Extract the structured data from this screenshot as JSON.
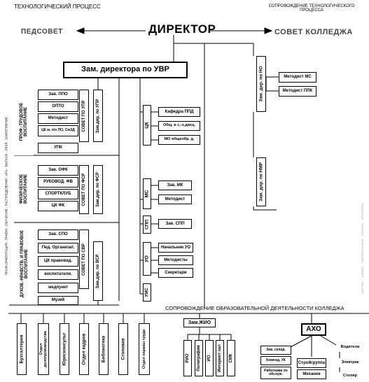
{
  "headers": {
    "left": "ТЕХНОЛОГИЧЕСКИЙ ПРОЦЕСС",
    "right_line1": "СОПРОВОЖДЕНИЕ ТЕХНОЛОГИЧЕСКОГО",
    "right_line2": "ПРОЦЕССА",
    "bottom": "СОПРОВОЖДЕНИЕ ОБРАЗОВАТЕЛЬНОЙ ДЕЯТЕЛЬНОСТИ КОЛЛЕДЖА"
  },
  "top": {
    "director": "ДИРЕКТОР",
    "pedsovet": "ПЕДСОВЕТ",
    "college_council": "СОВЕТ КОЛЛЕДЖА"
  },
  "deputy_uvr": "Зам. директора по УВР",
  "left_process_strip": "ПРОФ-ОРИЕНТАЦИЯ - ПРИЕМ - ОБУЧЕНИЕ - РАСПРЕДЕЛЕНИЕ - ИГА - ВЫПУСК - РЕКЛ - ЗАКРЕПЛЕНИЕ",
  "groups": [
    {
      "title": "ПРОФ.-ТРУДОВОЕ ВОСПИТАНИЕ",
      "council": "СОВЕТ ПО УПР",
      "deputy": "Зам.дир. по УПР",
      "items": [
        "Зав. ППО",
        "ОПТО",
        "Методист",
        "ЦК м. п/о ПО, СмЗД",
        "УПК"
      ]
    },
    {
      "title": "ФИЗИЧЕСКОЕ ВОСПИТАНИЕ",
      "council": "СОВЕТ ПО ФСР",
      "deputy": "Зам.дир. по ФСР",
      "items": [
        "Зав. ОФК",
        "РУКОВОД. ФВ",
        "СПОРТКЛУБ",
        "ЦК ФК"
      ]
    },
    {
      "title": "ДУХОВ.-НРАВСТВ. И ПРАВОВОЕ ВОСПИТАНИЕ",
      "council": "СОВЕТ ПО СВР",
      "deputy": "Зам.дир. по ВСР",
      "items": [
        "Зав. СПО",
        "Пед. Организат.",
        "ЦК правовед.",
        "воспитатели.",
        "медпункт",
        "Музей"
      ]
    }
  ],
  "middle_units": {
    "ck": {
      "label": "ЦК",
      "items": [
        "Кафедра ППД",
        "Общ. и с.-э.дисц.",
        "МО общеобр. д."
      ]
    },
    "mc": {
      "label": "МС",
      "items": [
        "Зав. МК",
        "Методист"
      ]
    },
    "spp": {
      "label": "СПП",
      "items": [
        "Зав. СПП"
      ]
    },
    "uo": {
      "label": "УО",
      "items": [
        "Начальник УО",
        "Методисты",
        "Секретари"
      ]
    },
    "ums": {
      "label": "УМС"
    }
  },
  "right_deputies": {
    "ho": {
      "label": "Зам. дир. по НО",
      "items": [
        "Методист МС",
        "Методист ППК"
      ]
    },
    "nmr": {
      "label": "Зам. дир. по НМР"
    }
  },
  "right_faint_text": "ЗАПРОС - ЗАЯВКА - ОБЕСПЕЧЕНИЕ - СЕРВИС - КОНТРОЛЬ",
  "bottom_units": [
    "Бухгалтерия",
    "Отдел делопроизводства",
    "Юрисконсульт",
    "Отдел кадров",
    "Библиотека",
    "Столовая",
    "Отдел охраны труда"
  ],
  "zhio": {
    "label": "Зам.ЖИО",
    "items": [
      "РИО",
      "Полиграфия",
      "ИО",
      "Интернет-зал",
      "СМК"
    ]
  },
  "aho": {
    "label": "АХО",
    "left_items": [
      "Зав. склад.",
      "Коменд. УК",
      "Работники по обслуж."
    ],
    "middle_items": [
      "Стройгруппа",
      "Механик"
    ],
    "right_items": [
      "Водители",
      "Электрик",
      "Столяр"
    ]
  }
}
